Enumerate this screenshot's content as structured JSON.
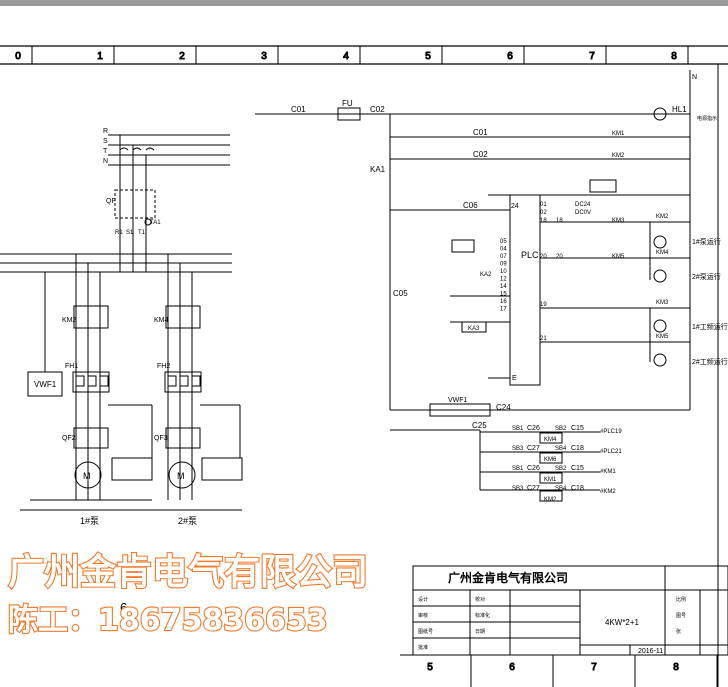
{
  "grid_top": [
    "0",
    "1",
    "2",
    "3",
    "4",
    "5",
    "6",
    "7",
    "8"
  ],
  "grid_bottom": [
    "5",
    "6",
    "7",
    "8"
  ],
  "phases": [
    "R",
    "S",
    "T",
    "N"
  ],
  "wires": {
    "c01": "C01",
    "c02": "C02",
    "c05": "C05",
    "c06": "C06",
    "c24": "C24",
    "c25": "C25"
  },
  "components": {
    "fu": "FU",
    "hl1": "HL1",
    "km1": "KM1",
    "km2": "KM2",
    "km3": "KM3",
    "km4": "KM4",
    "km5": "KM5",
    "ka1": "KA1",
    "ka2": "KA2",
    "ka3": "KA3",
    "qf": "QF",
    "qf2": "QF2",
    "qf3": "QF3",
    "fh1": "FH1",
    "fh2": "FH2",
    "vwf1": "VWF1",
    "plc": "PLC",
    "ta1": "TA1",
    "motor": "M",
    "r1": "R1",
    "s1": "S1",
    "t1": "T1",
    "e": "E"
  },
  "plc_terminals": {
    "t24": "24",
    "t01": "01",
    "t02": "02",
    "t18": "18",
    "t20": "20",
    "t19": "19",
    "t21": "21",
    "dc24": "DC24",
    "dcov": "DC0V",
    "in": [
      "05",
      "04",
      "07",
      "09",
      "10",
      "12",
      "14",
      "15",
      "16",
      "17"
    ]
  },
  "outputs": {
    "run1": "1#泵运行",
    "run2": "2#泵运行",
    "work1": "1#工频运行",
    "work2": "2#工频运行",
    "pump1": "1#泵",
    "pump2": "2#泵",
    "power": "电源指示"
  },
  "sb_rows": [
    {
      "sb_a": "SB1",
      "c_a": "C26",
      "sb_b": "SB2",
      "c_b": "C15",
      "km": "KM4",
      "target": "#PLC19"
    },
    {
      "sb_a": "SB3",
      "c_a": "C27",
      "sb_b": "SB4",
      "c_b": "C18",
      "km": "KM6",
      "target": "#PLC21"
    },
    {
      "sb_a": "SB1",
      "c_a": "C26",
      "sb_b": "SB2",
      "c_b": "C15",
      "km": "KM1",
      "target": "#KM1"
    },
    {
      "sb_a": "SB3",
      "c_a": "C27",
      "sb_b": "SB4",
      "c_b": "C18",
      "km": "KM2",
      "target": "#KM2"
    }
  ],
  "title_block": {
    "company": "广州金肯电气有限公司",
    "drawing_name": "4KW*2+1",
    "date": "2016-11",
    "cell_labels": [
      "设计",
      "审核",
      "图纸号",
      "批准",
      "校对",
      "标准化",
      "日期",
      "比例",
      "图号",
      "张"
    ]
  },
  "watermark": {
    "line1": "广州金肯电气有限公司",
    "line2": "陈工：18675836653"
  },
  "partial_text": "6"
}
